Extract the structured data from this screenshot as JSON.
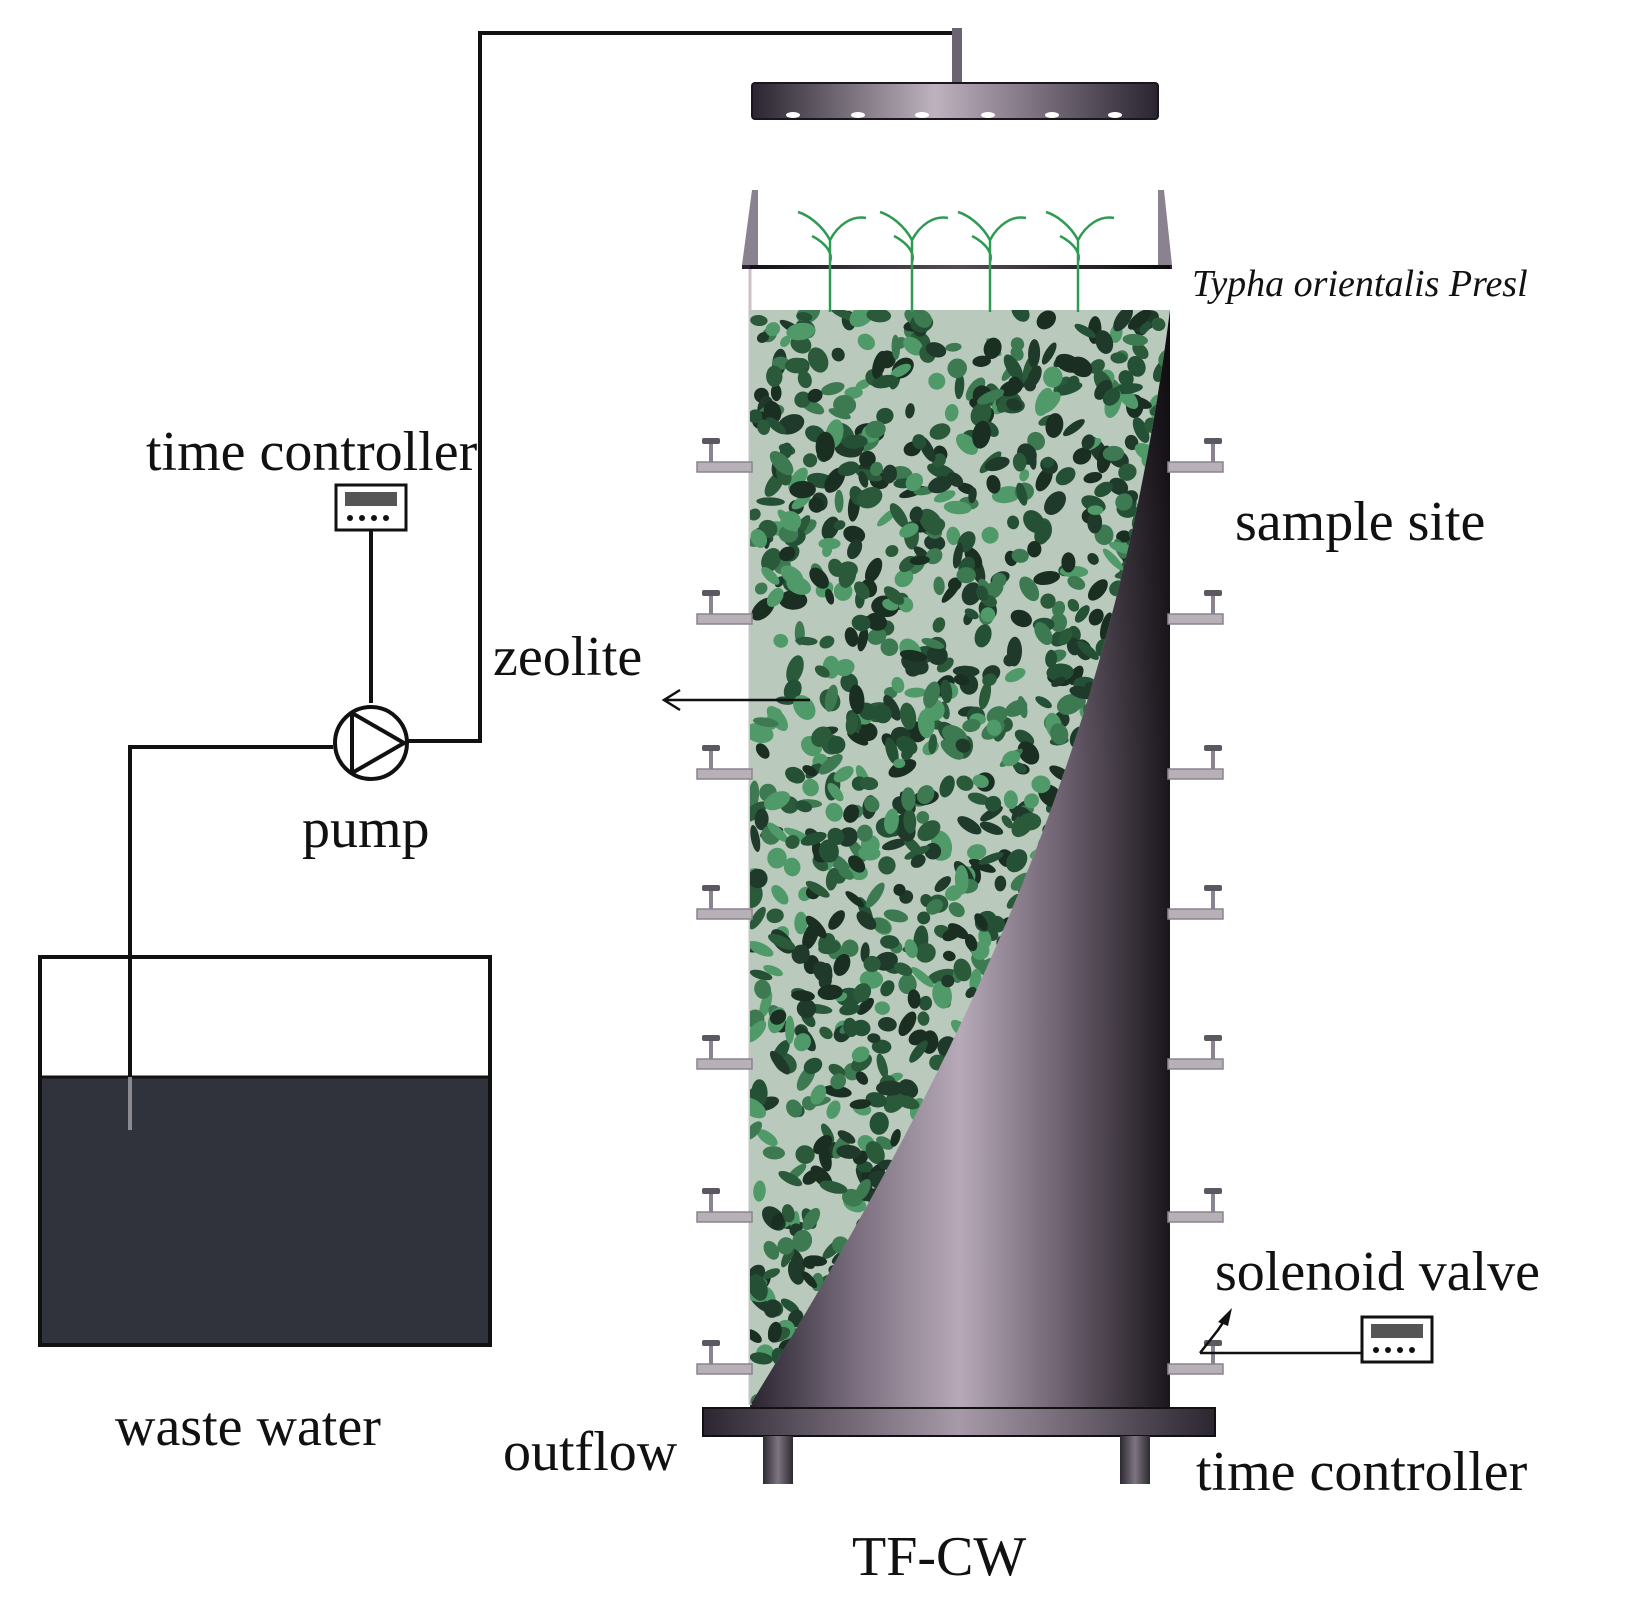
{
  "labels": {
    "plant": "Typha orientalis Presl",
    "time_controller_top": "time controller",
    "sample_site": "sample site",
    "zeolite": "zeolite",
    "pump": "pump",
    "waste_water": "waste water",
    "outflow": "outflow",
    "solenoid_valve": "solenoid valve",
    "time_controller_bottom": "time controller",
    "system_name": "TF-CW"
  },
  "colors": {
    "waste_water": "#30323c",
    "media_background": "#b9c9bc",
    "zeolite_dark": "#1f3a2a",
    "zeolite_light": "#4f9a68",
    "column_light": "#b7a9b7",
    "column_dark": "#1a161c",
    "plant_green": "#2e9a52",
    "line": "#111111"
  },
  "icons": {
    "pump": "pump-icon",
    "controller": "timer-controller-icon",
    "valve": "sample-port-icon"
  }
}
